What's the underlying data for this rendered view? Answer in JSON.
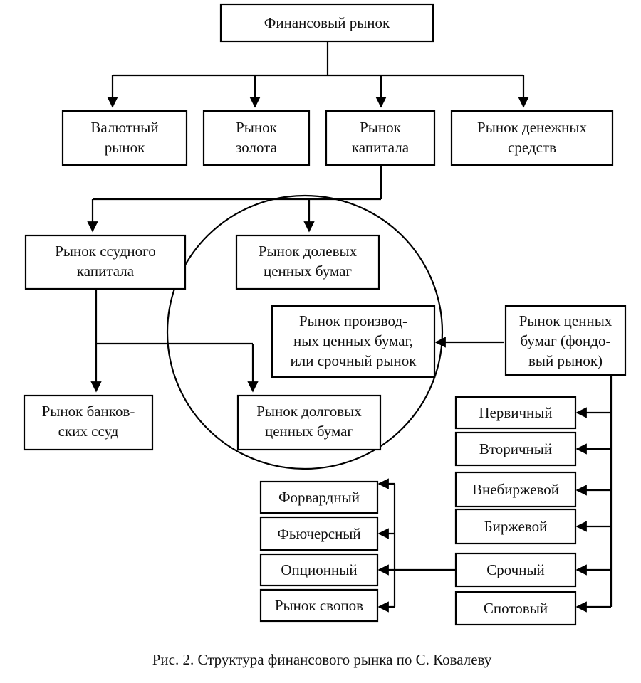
{
  "nodes": {
    "financial_market": [
      "Финансовый рынок"
    ],
    "currency_market": [
      "Валютный",
      "рынок"
    ],
    "gold_market": [
      "Рынок",
      "золота"
    ],
    "capital_market": [
      "Рынок",
      "капитала"
    ],
    "money_market": [
      "Рынок денежных",
      "средств"
    ],
    "loan_capital_market": [
      "Рынок ссудного",
      "капитала"
    ],
    "equity_securities_market": [
      "Рынок долевых",
      "ценных бумаг"
    ],
    "derivatives_market": [
      "Рынок производ-",
      "ных ценных бумаг,",
      "или срочный рынок"
    ],
    "securities_market": [
      "Рынок ценных",
      "бумаг (фондо-",
      "вый рынок)"
    ],
    "bank_loans_market": [
      "Рынок банков-",
      "ских ссуд"
    ],
    "debt_securities_market": [
      "Рынок долговых",
      "ценных бумаг"
    ],
    "primary": [
      "Первичный"
    ],
    "secondary": [
      "Вторичный"
    ],
    "otc": [
      "Внебиржевой"
    ],
    "exchange": [
      "Биржевой"
    ],
    "forward_term": [
      "Срочный"
    ],
    "spot": [
      "Спотовый"
    ],
    "forward": [
      "Форвардный"
    ],
    "futures": [
      "Фьючерсный"
    ],
    "option": [
      "Опционный"
    ],
    "swaps": [
      "Рынок свопов"
    ]
  },
  "caption": "Рис. 2. Структура финансового рынка по С. Ковалеву"
}
